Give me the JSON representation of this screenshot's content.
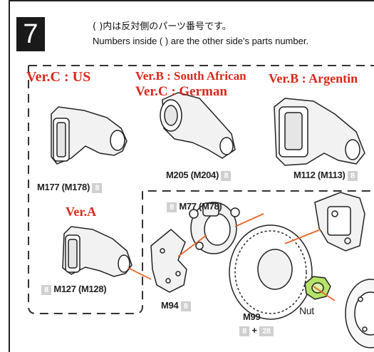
{
  "step": {
    "number": "7"
  },
  "notes": {
    "jp": "( )内は反対側のパーツ番号です。",
    "en": "Numbers inside ( ) are the other side's parts number."
  },
  "versions": {
    "c_us": "Ver.C : US",
    "b_south_african": "Ver.B : South African",
    "c_german": "Ver.C : German",
    "b_argentine": "Ver.B : Argentin",
    "a": "Ver.A"
  },
  "parts": {
    "m177": "M177 (M178)",
    "m205": "M205 (M204)",
    "m112": "M112 (M113)",
    "m77": "M77 (M78)",
    "m127": "M127 (M128)",
    "m94": "M94",
    "m99": "M99",
    "nut": "Nut"
  },
  "badges": {
    "sprue_8": "8",
    "sprue_28": "28",
    "plus": "+"
  },
  "colors": {
    "version_red": "#d9281c",
    "badge_gray": "#cfcfcf",
    "nut_green": "#b5e36a",
    "leader_orange": "#e8662a"
  }
}
